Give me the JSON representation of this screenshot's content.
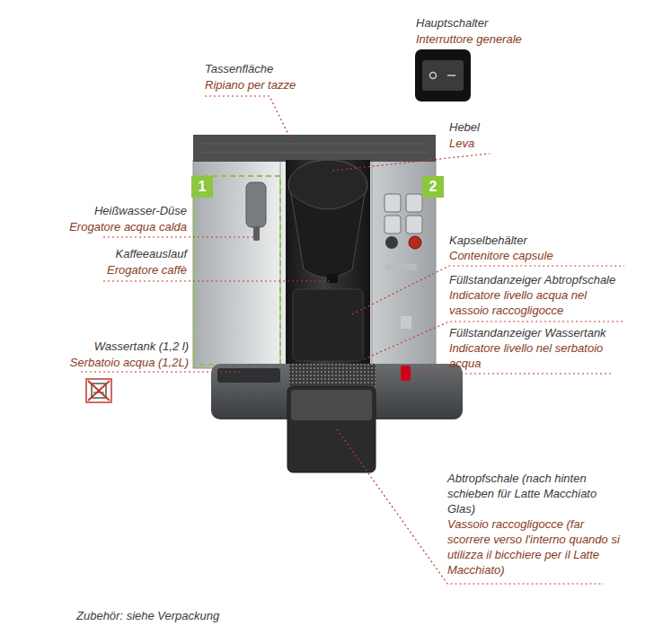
{
  "diagram": {
    "nodes": [
      {
        "text": [
          "1"
        ]
      },
      {
        "text": [
          "2"
        ]
      }
    ],
    "labels": [
      "Hauptschalter",
      "Interruttore generale",
      "Tassenfläche",
      "Ripiano per tazze",
      "Hebel",
      "Leva",
      "Heißwasser-Düse",
      "Erogatore acqua calda",
      "Kaffeeauslauf",
      "Erogatore caffè",
      "Kapselbehälter",
      "Contenitore capsule",
      "Füllstandanzeiger Abtropfschale",
      "Indicatore livello acqua nel vassoio raccogligocce",
      "Füllstandanzeiger Wassertank",
      "Indicatore livello nel serbatoio acqua",
      "Wassertank (1,2 l)",
      "Serbatoio acqua (1,2L)",
      "Abtropfschale (nach hinten schieben für Latte Macchiato Glas)",
      "Vassoio raccogligocce (far scorrere verso l'interno quando si utilizza il bicchiere per il Latte Macchiato)",
      "Zubehör: siehe Verpackung"
    ]
  }
}
